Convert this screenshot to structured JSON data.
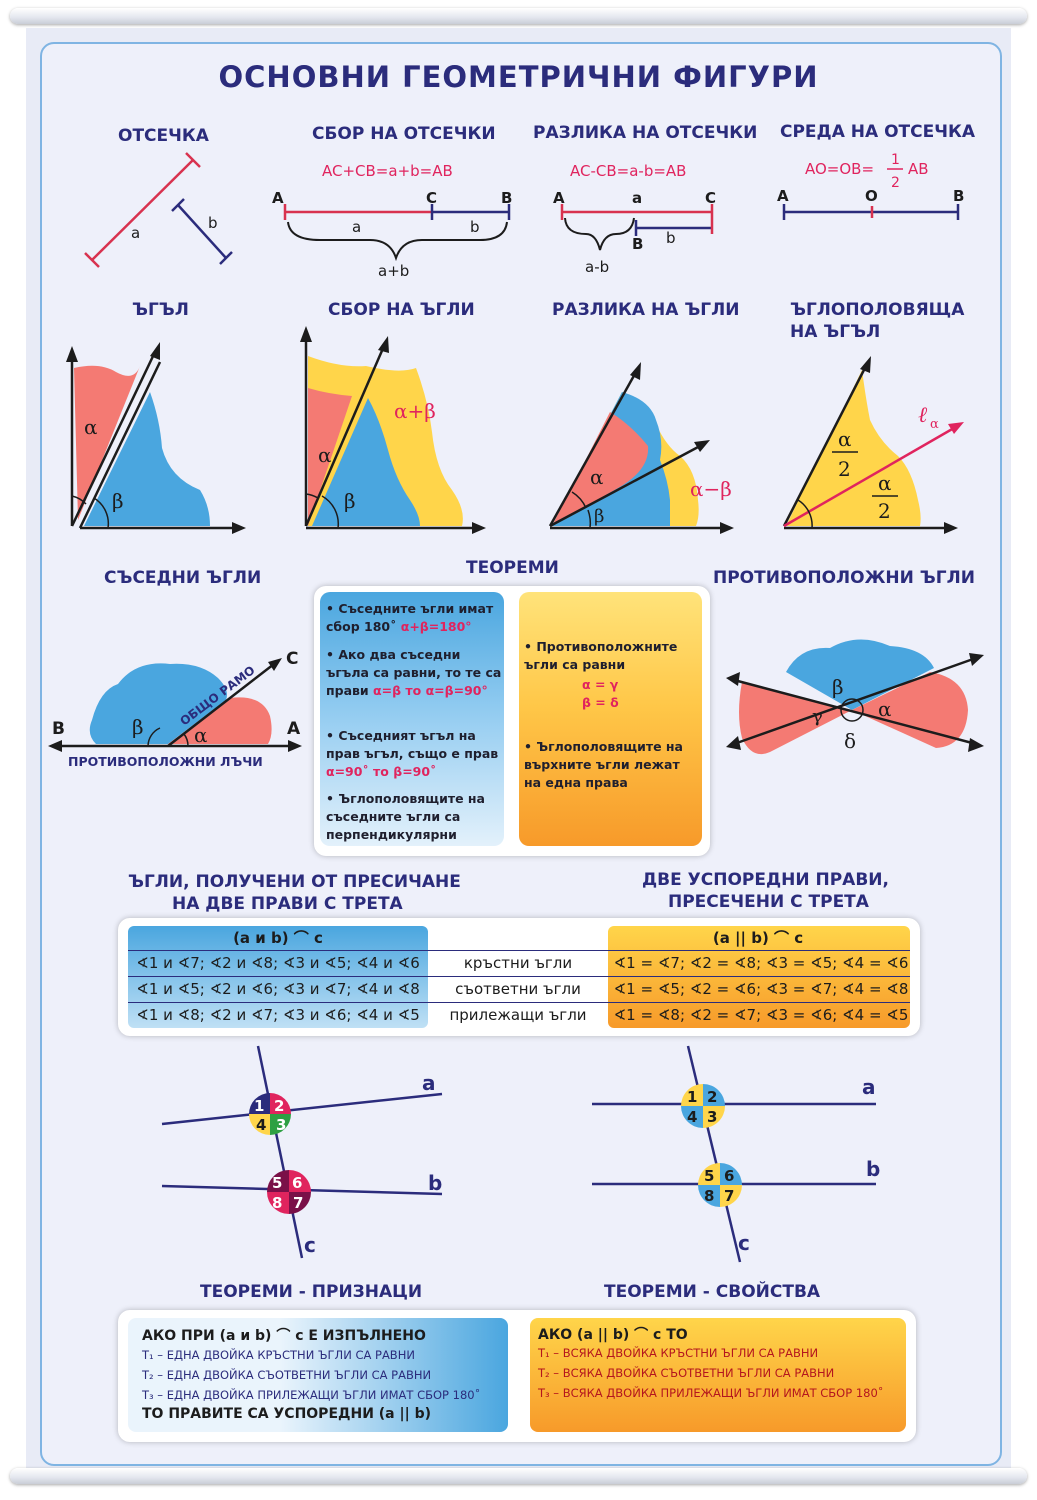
{
  "title": "ОСНОВНИ ГЕОМЕТРИЧНИ ФИГУРИ",
  "segments": {
    "segment": {
      "title": "ОТСЕЧКА",
      "a": "a",
      "b": "b"
    },
    "sum": {
      "title": "СБОР НА ОТСЕЧКИ",
      "formula": "AC+CB=a+b=AB",
      "A": "A",
      "C": "C",
      "B": "B",
      "a": "a",
      "b": "b",
      "total": "a+b"
    },
    "diff": {
      "title": "РАЗЛИКА  НА ОТСЕЧКИ",
      "formula": "AC-CB=a-b=AB",
      "A": "A",
      "a": "a",
      "C": "C",
      "B": "B",
      "b": "b",
      "total": "a-b"
    },
    "mid": {
      "title": "СРЕДА  НА ОТСЕЧКА",
      "formula_left": "AO=OB=",
      "frac_num": "1",
      "frac_den": "2",
      "formula_right": "AB",
      "A": "A",
      "O": "O",
      "B": "B"
    }
  },
  "angles": {
    "angle": {
      "title": "ЪГЪЛ",
      "alpha": "α",
      "beta": "β"
    },
    "sum": {
      "title": "СБОР НА ЪГЛИ",
      "alpha": "α",
      "beta": "β",
      "label": "α+β"
    },
    "diff": {
      "title": "РАЗЛИКА НА ЪГЛИ",
      "alpha": "α",
      "beta": "β",
      "label": "α−β"
    },
    "bisector": {
      "title_line1": "ЪГЛОПОЛОВЯЩА",
      "title_line2": "НА ЪГЪЛ",
      "half_num": "α",
      "half_den": "2",
      "l": "ℓ",
      "l_sub": "α"
    }
  },
  "adjacent": {
    "title": "СЪСЕДНИ ЪГЛИ",
    "common_arm": "ОБЩО РАМО",
    "C": "C",
    "B": "B",
    "A": "A",
    "beta": "β",
    "alpha": "α",
    "opposite_rays": "ПРОТИВОПОЛОЖНИ ЛЪЧИ"
  },
  "opposite": {
    "title": "ПРОТИВОПОЛОЖНИ ЪГЛИ",
    "beta": "β",
    "gamma": "γ",
    "alpha": "α",
    "delta": "δ"
  },
  "theorems": {
    "title": "ТЕОРЕМИ",
    "left": [
      {
        "text": "Съседните ъгли имат сбор 180˚ ",
        "red": "α+β=180°"
      },
      {
        "text": "Ако два съседни ъгъла са равни, то те са прави ",
        "red": "α=β то α=β=90°"
      },
      {
        "text": "Съседният ъгъл на прав ъгъл, също е прав ",
        "red": "α=90˚ то β=90˚"
      },
      {
        "text": "Ъглополовящите на съседните ъгли са перпендикулярни",
        "red": ""
      }
    ],
    "right": [
      {
        "text": "Противоположните ъгли са равни",
        "red1": "α = γ",
        "red2": "β = δ"
      },
      {
        "text": "Ъглополовящите на върхните ъгли лежат на една права"
      }
    ]
  },
  "transversal": {
    "left_title_line1": "ЪГЛИ, ПОЛУЧЕНИ ОТ ПРЕСИЧАНЕ",
    "left_title_line2": "НА ДВЕ ПРАВИ С ТРЕТА",
    "right_title_line1": "ДВЕ УСПОРЕДНИ ПРАВИ,",
    "right_title_line2": "ПРЕСЕЧЕНИ С ТРЕТА",
    "header_left": "(a и b) ⌒ c",
    "header_right": "(a || b) ⌒ c",
    "rows": [
      {
        "left": "∢1 и ∢7; ∢2 и ∢8; ∢3 и ∢5; ∢4 и ∢6",
        "mid": "кръстни ъгли",
        "right": "∢1 = ∢7; ∢2 = ∢8; ∢3 = ∢5; ∢4 = ∢6"
      },
      {
        "left": "∢1 и ∢5; ∢2 и ∢6; ∢3 и ∢7; ∢4 и ∢8",
        "mid": "съответни ъгли",
        "right": "∢1 = ∢5; ∢2 = ∢6; ∢3 = ∢7; ∢4 = ∢8"
      },
      {
        "left": "∢1 и ∢8; ∢2 и ∢7; ∢3 и ∢6; ∢4 и ∢5",
        "mid": "прилежащи ъгли",
        "right": "∢1 = ∢8; ∢2 = ∢7; ∢3 = ∢6; ∢4 = ∢5"
      }
    ],
    "diagram_left": {
      "a": "a",
      "b": "b",
      "c": "c",
      "nums": [
        "1",
        "2",
        "3",
        "4",
        "5",
        "6",
        "7",
        "8"
      ]
    },
    "diagram_right": {
      "a": "a",
      "b": "b",
      "c": "c",
      "nums": [
        "1",
        "2",
        "3",
        "4",
        "5",
        "6",
        "7",
        "8"
      ]
    }
  },
  "criteria": {
    "title": "ТЕОРЕМИ - ПРИЗНАЦИ",
    "head": "АКО ПРИ (a и b) ⌒ c  Е ИЗПЪЛНЕНО",
    "t1": "T₁ – ЕДНА ДВОЙКА КРЪСТНИ ЪГЛИ СА РАВНИ",
    "t2": "T₂ – ЕДНА ДВОЙКА СЪОТВЕТНИ ЪГЛИ СА РАВНИ",
    "t3": "T₃ – ЕДНА ДВОЙКА ПРИЛЕЖАЩИ ЪГЛИ ИМАТ СБОР  180˚",
    "foot": "ТО ПРАВИТЕ СА УСПОРЕДНИ (a || b)"
  },
  "properties": {
    "title": "ТЕОРЕМИ - СВОЙСТВА",
    "head": "АКО (a || b) ⌒ c  ТО",
    "t1": "T₁ – ВСЯКА ДВОЙКА КРЪСТНИ ЪГЛИ СА РАВНИ",
    "t2": "T₂ – ВСЯКА ДВОЙКА СЪОТВЕТНИ ЪГЛИ СА РАВНИ",
    "t3": "T₃ – ВСЯКА ДВОЙКА ПРИЛЕЖАЩИ ЪГЛИ ИМАТ СБОР  180˚"
  },
  "colors": {
    "navy": "#2b2c7c",
    "red": "#e0245e",
    "blue": "#4aa6df",
    "yellow": "#ffd54a",
    "salmon": "#f47a73"
  }
}
